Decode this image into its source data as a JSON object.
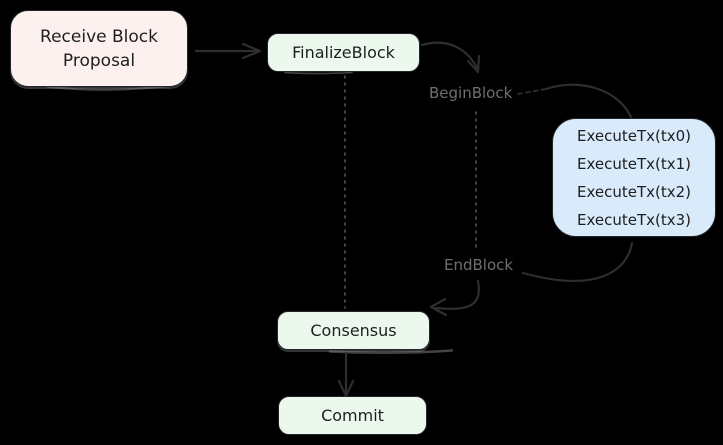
{
  "diagram": {
    "background_color": "#000000",
    "stroke_color": "#2e2e2e",
    "label_color": "#6f6f6f",
    "node_text_color": "#1e1e1e",
    "nodes": {
      "receive_proposal": {
        "line1": "Receive Block",
        "line2": "Proposal",
        "fill": "#fdf1f0"
      },
      "finalize_block": {
        "label": "FinalizeBlock",
        "fill": "#ecf8ee"
      },
      "execute_tx": {
        "lines": [
          "ExecuteTx(tx0)",
          "ExecuteTx(tx1)",
          "ExecuteTx(tx2)",
          "ExecuteTx(tx3)"
        ],
        "fill": "#d9eafb"
      },
      "consensus": {
        "label": "Consensus",
        "fill": "#ecf8ee"
      },
      "commit": {
        "label": "Commit",
        "fill": "#ecf8ee"
      }
    },
    "labels": {
      "begin_block": "BeginBlock",
      "end_block": "EndBlock"
    }
  }
}
